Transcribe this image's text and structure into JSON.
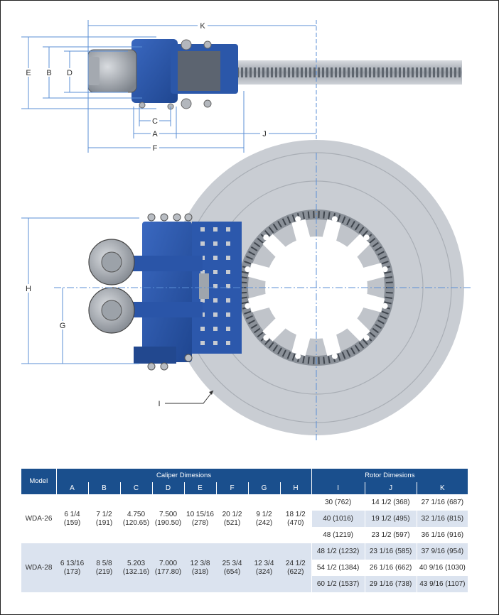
{
  "dimension_labels": {
    "A": "A",
    "B": "B",
    "C": "C",
    "D": "D",
    "E": "E",
    "F": "F",
    "G": "G",
    "H": "H",
    "I": "I",
    "J": "J",
    "K": "K"
  },
  "table": {
    "model_header": "Model",
    "caliper_header": "Caliper Dimesions",
    "rotor_header": "Rotor Dimesions",
    "columns": [
      "A",
      "B",
      "C",
      "D",
      "E",
      "F",
      "G",
      "H",
      "I",
      "J",
      "K"
    ],
    "models": [
      {
        "name": "WDA-26",
        "caliper": [
          {
            "a": "6 1/4",
            "b": "(159)"
          },
          {
            "a": "7 1/2",
            "b": "(191)"
          },
          {
            "a": "4.750",
            "b": "(120.65)"
          },
          {
            "a": "7.500",
            "b": "(190.50)"
          },
          {
            "a": "10 15/16",
            "b": "(278)"
          },
          {
            "a": "20 1/2",
            "b": "(521)"
          },
          {
            "a": "9 1/2",
            "b": "(242)"
          },
          {
            "a": "18 1/2",
            "b": "(470)"
          }
        ],
        "rotor": [
          [
            "30  (762)",
            "14 1/2  (368)",
            "27 1/16  (687)"
          ],
          [
            "40  (1016)",
            "19 1/2  (495)",
            "32 1/16  (815)"
          ],
          [
            "48  (1219)",
            "23 1/2  (597)",
            "36 1/16  (916)"
          ]
        ]
      },
      {
        "name": "WDA-28",
        "caliper": [
          {
            "a": "6 13/16",
            "b": "(173)"
          },
          {
            "a": "8 5/8",
            "b": "(219)"
          },
          {
            "a": "5.203",
            "b": "(132.16)"
          },
          {
            "a": "7.000",
            "b": "(177.80)"
          },
          {
            "a": "12 3/8",
            "b": "(318)"
          },
          {
            "a": "25 3/4",
            "b": "(654)"
          },
          {
            "a": "12 3/4",
            "b": "(324)"
          },
          {
            "a": "24 1/2",
            "b": "(622)"
          }
        ],
        "rotor": [
          [
            "48 1/2  (1232)",
            "23 1/16  (585)",
            "37 9/16  (954)"
          ],
          [
            "54 1/2  (1384)",
            "26 1/16  (662)",
            "40 9/16  (1030)"
          ],
          [
            "60 1/2  (1537)",
            "29 1/16  (738)",
            "43 9/16  (1107)"
          ]
        ]
      }
    ]
  },
  "colors": {
    "caliper_blue": "#2a55a8",
    "rotor_gray": "#c6cad0",
    "dimension_line": "#5b8fd6",
    "table_header": "#1a4f8d",
    "table_band": "#dbe3ef"
  }
}
